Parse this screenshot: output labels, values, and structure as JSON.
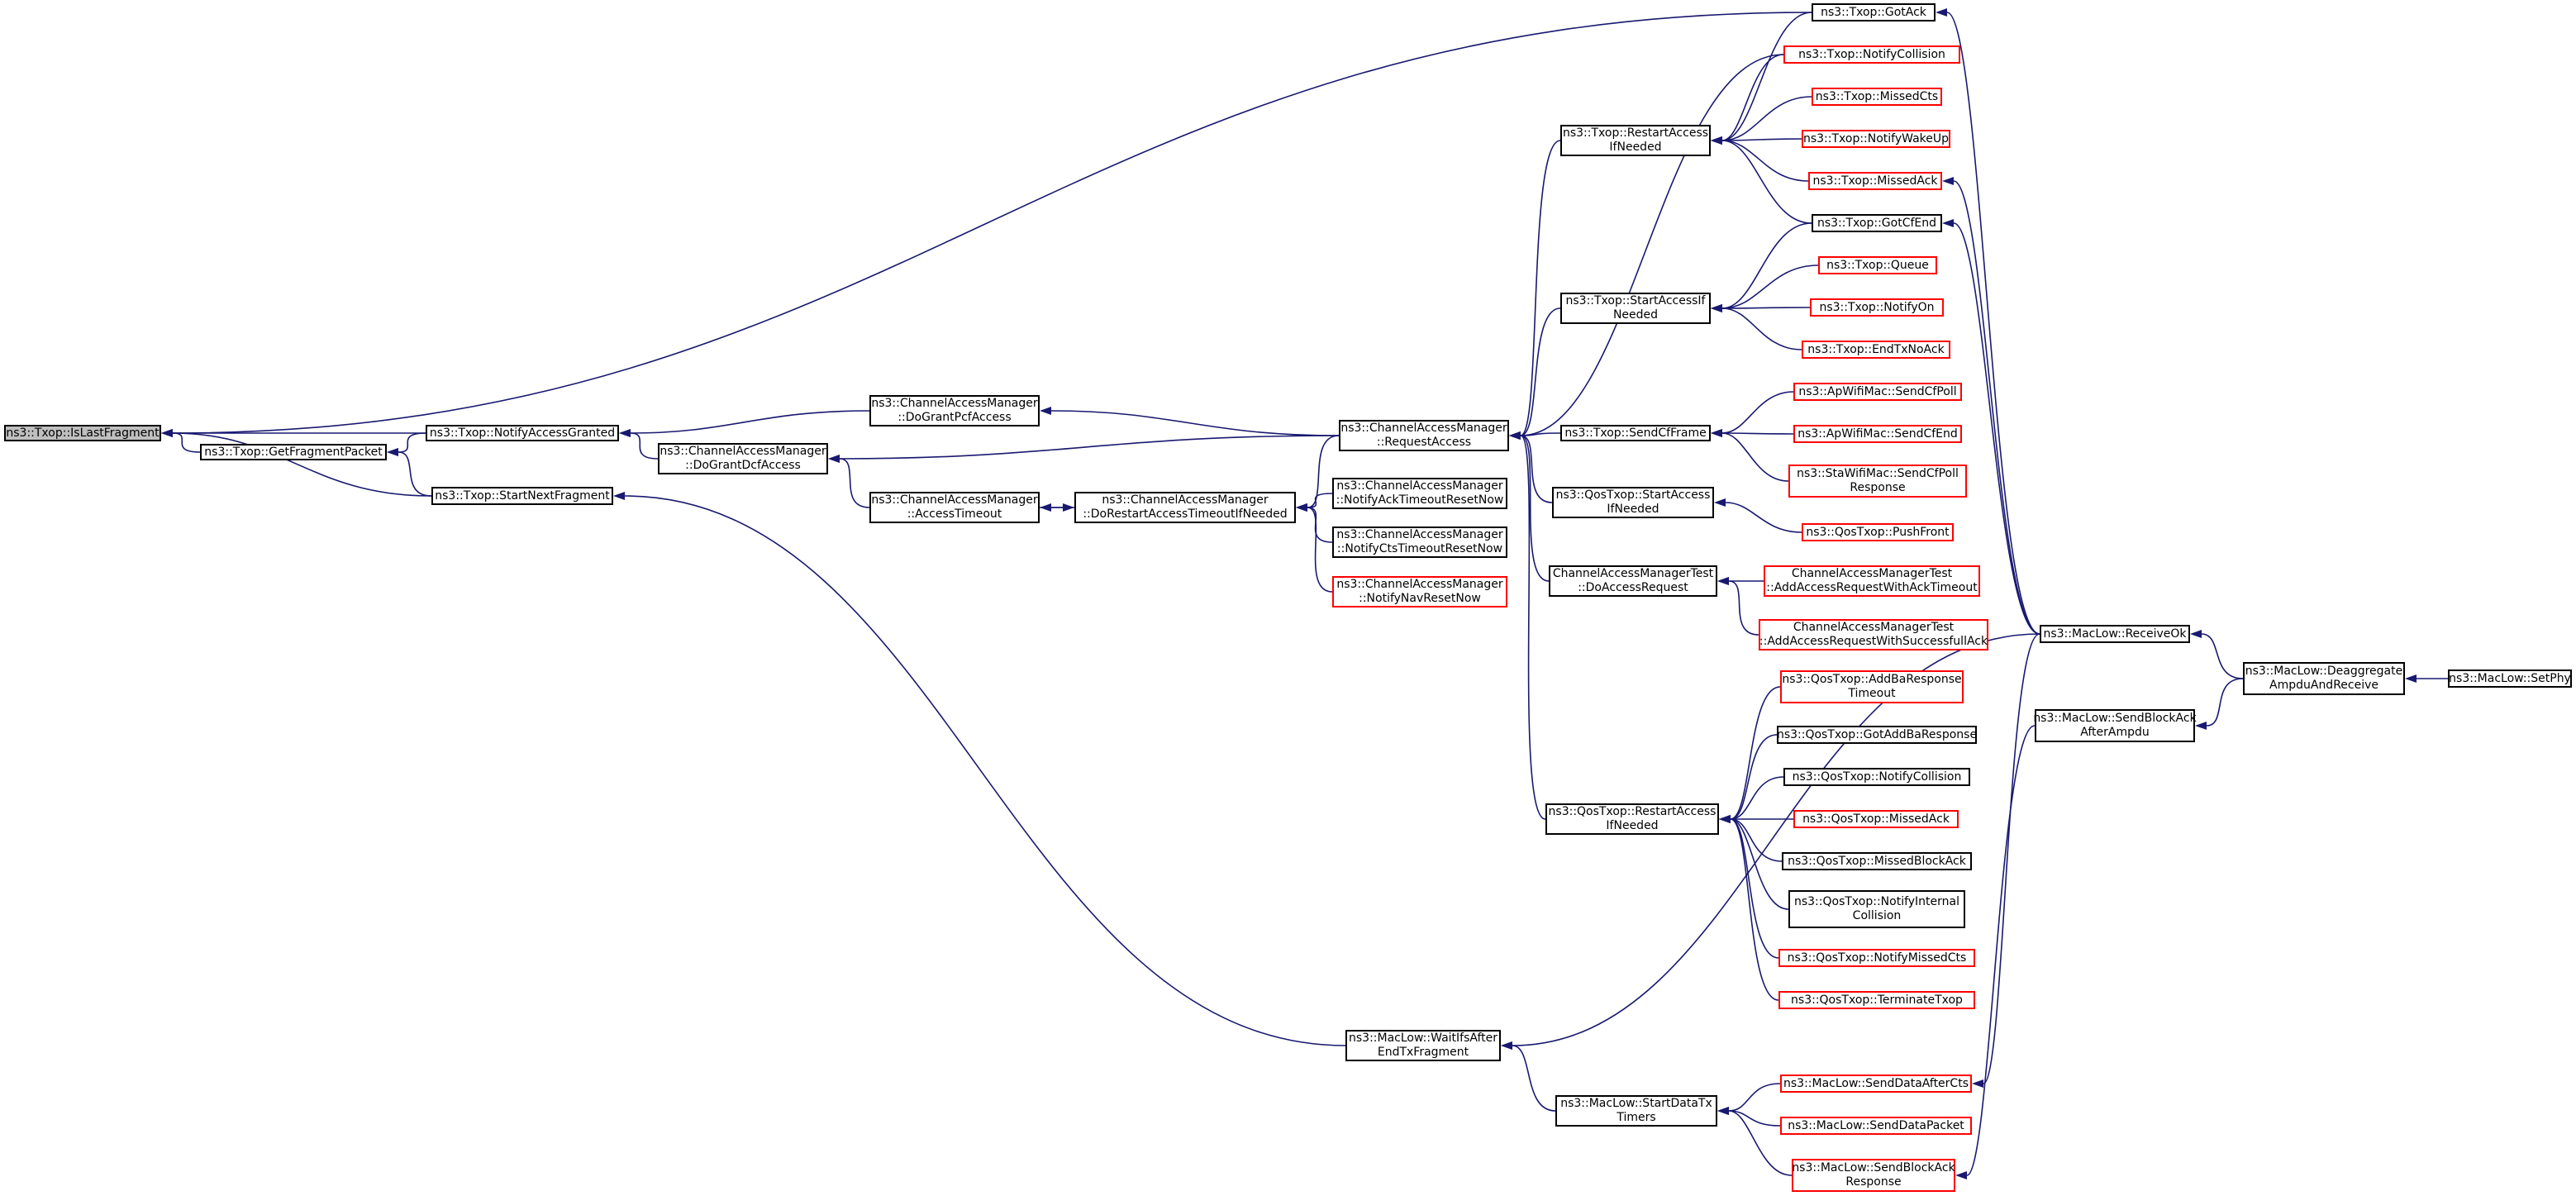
{
  "graph": {
    "root": "ns3::Txop::IsLastFragment",
    "edge_color": "#191970",
    "nodes": [
      {
        "id": "root",
        "lines": [
          "ns3::Txop::IsLastFragment"
        ],
        "style": "root"
      },
      {
        "id": "getFragmentPacket",
        "lines": [
          "ns3::Txop::GetFragmentPacket"
        ],
        "style": "black"
      },
      {
        "id": "notifyAccessGranted",
        "lines": [
          "ns3::Txop::NotifyAccessGranted"
        ],
        "style": "black"
      },
      {
        "id": "startNextFragment",
        "lines": [
          "ns3::Txop::StartNextFragment"
        ],
        "style": "black"
      },
      {
        "id": "doGrantDcfAccess",
        "lines": [
          "ns3::ChannelAccessManager",
          "::DoGrantDcfAccess"
        ],
        "style": "black"
      },
      {
        "id": "doGrantPcfAccess",
        "lines": [
          "ns3::ChannelAccessManager",
          "::DoGrantPcfAccess"
        ],
        "style": "black"
      },
      {
        "id": "accessTimeout",
        "lines": [
          "ns3::ChannelAccessManager",
          "::AccessTimeout"
        ],
        "style": "black"
      },
      {
        "id": "doRestartAccess",
        "lines": [
          "ns3::ChannelAccessManager",
          "::DoRestartAccessTimeoutIfNeeded"
        ],
        "style": "black"
      },
      {
        "id": "requestAccess",
        "lines": [
          "ns3::ChannelAccessManager",
          "::RequestAccess"
        ],
        "style": "black"
      },
      {
        "id": "notifyAckTimeout",
        "lines": [
          "ns3::ChannelAccessManager",
          "::NotifyAckTimeoutResetNow"
        ],
        "style": "black"
      },
      {
        "id": "notifyCtsTimeout",
        "lines": [
          "ns3::ChannelAccessManager",
          "::NotifyCtsTimeoutResetNow"
        ],
        "style": "black"
      },
      {
        "id": "notifyNavReset",
        "lines": [
          "ns3::ChannelAccessManager",
          "::NotifyNavResetNow"
        ],
        "style": "red"
      },
      {
        "id": "waitIfs",
        "lines": [
          "ns3::MacLow::WaitIfsAfter",
          "EndTxFragment"
        ],
        "style": "black"
      },
      {
        "id": "startDataTxTimers",
        "lines": [
          "ns3::MacLow::StartDataTx",
          "Timers"
        ],
        "style": "black"
      },
      {
        "id": "txopRestartAccess",
        "lines": [
          "ns3::Txop::RestartAccess",
          "IfNeeded"
        ],
        "style": "black"
      },
      {
        "id": "txopStartAccess",
        "lines": [
          "ns3::Txop::StartAccessIf",
          "Needed"
        ],
        "style": "black"
      },
      {
        "id": "sendCfFrame",
        "lines": [
          "ns3::Txop::SendCfFrame"
        ],
        "style": "black"
      },
      {
        "id": "qosStartAccess",
        "lines": [
          "ns3::QosTxop::StartAccess",
          "IfNeeded"
        ],
        "style": "black"
      },
      {
        "id": "camTestDoAccess",
        "lines": [
          "ChannelAccessManagerTest",
          "::DoAccessRequest"
        ],
        "style": "black"
      },
      {
        "id": "qosRestartAccess",
        "lines": [
          "ns3::QosTxop::RestartAccess",
          "IfNeeded"
        ],
        "style": "black"
      },
      {
        "id": "gotAck",
        "lines": [
          "ns3::Txop::GotAck"
        ],
        "style": "black"
      },
      {
        "id": "notifyCollision",
        "lines": [
          "ns3::Txop::NotifyCollision"
        ],
        "style": "red"
      },
      {
        "id": "missedCts",
        "lines": [
          "ns3::Txop::MissedCts"
        ],
        "style": "red"
      },
      {
        "id": "notifyWakeUp",
        "lines": [
          "ns3::Txop::NotifyWakeUp"
        ],
        "style": "red"
      },
      {
        "id": "missedAck",
        "lines": [
          "ns3::Txop::MissedAck"
        ],
        "style": "red"
      },
      {
        "id": "gotCfEnd",
        "lines": [
          "ns3::Txop::GotCfEnd"
        ],
        "style": "black"
      },
      {
        "id": "queue",
        "lines": [
          "ns3::Txop::Queue"
        ],
        "style": "red"
      },
      {
        "id": "notifyOn",
        "lines": [
          "ns3::Txop::NotifyOn"
        ],
        "style": "red"
      },
      {
        "id": "endTxNoAck",
        "lines": [
          "ns3::Txop::EndTxNoAck"
        ],
        "style": "red"
      },
      {
        "id": "apSendCfPoll",
        "lines": [
          "ns3::ApWifiMac::SendCfPoll"
        ],
        "style": "red"
      },
      {
        "id": "apSendCfEnd",
        "lines": [
          "ns3::ApWifiMac::SendCfEnd"
        ],
        "style": "red"
      },
      {
        "id": "staSendCfPoll",
        "lines": [
          "ns3::StaWifiMac::SendCfPoll",
          "Response"
        ],
        "style": "red"
      },
      {
        "id": "qosPushFront",
        "lines": [
          "ns3::QosTxop::PushFront"
        ],
        "style": "red"
      },
      {
        "id": "camTestAckTimeout",
        "lines": [
          "ChannelAccessManagerTest",
          "::AddAccessRequestWithAckTimeout"
        ],
        "style": "red"
      },
      {
        "id": "camTestSuccessAck",
        "lines": [
          "ChannelAccessManagerTest",
          "::AddAccessRequestWithSuccessfullAck"
        ],
        "style": "red"
      },
      {
        "id": "qosAddBaTimeout",
        "lines": [
          "ns3::QosTxop::AddBaResponse",
          "Timeout"
        ],
        "style": "red"
      },
      {
        "id": "qosGotAddBa",
        "lines": [
          "ns3::QosTxop::GotAddBaResponse"
        ],
        "style": "black"
      },
      {
        "id": "qosNotifyCollision",
        "lines": [
          "ns3::QosTxop::NotifyCollision"
        ],
        "style": "black"
      },
      {
        "id": "qosMissedAck",
        "lines": [
          "ns3::QosTxop::MissedAck"
        ],
        "style": "red"
      },
      {
        "id": "qosMissedBlockAck",
        "lines": [
          "ns3::QosTxop::MissedBlockAck"
        ],
        "style": "black"
      },
      {
        "id": "qosNotifyInternal",
        "lines": [
          "ns3::QosTxop::NotifyInternal",
          "Collision"
        ],
        "style": "black"
      },
      {
        "id": "qosNotifyMissedCts",
        "lines": [
          "ns3::QosTxop::NotifyMissedCts"
        ],
        "style": "red"
      },
      {
        "id": "qosTerminateTxop",
        "lines": [
          "ns3::QosTxop::TerminateTxop"
        ],
        "style": "red"
      },
      {
        "id": "sendDataAfterCts",
        "lines": [
          "ns3::MacLow::SendDataAfterCts"
        ],
        "style": "red"
      },
      {
        "id": "sendDataPacket",
        "lines": [
          "ns3::MacLow::SendDataPacket"
        ],
        "style": "red"
      },
      {
        "id": "sendBlockAckResponse",
        "lines": [
          "ns3::MacLow::SendBlockAck",
          "Response"
        ],
        "style": "red"
      },
      {
        "id": "receiveOk",
        "lines": [
          "ns3::MacLow::ReceiveOk"
        ],
        "style": "black"
      },
      {
        "id": "sendBlockAckAfterAmpdu",
        "lines": [
          "ns3::MacLow::SendBlockAck",
          "AfterAmpdu"
        ],
        "style": "black"
      },
      {
        "id": "deaggregate",
        "lines": [
          "ns3::MacLow::Deaggregate",
          "AmpduAndReceive"
        ],
        "style": "black"
      },
      {
        "id": "setPhy",
        "lines": [
          "ns3::MacLow::SetPhy"
        ],
        "style": "black"
      }
    ],
    "edges": [
      [
        "getFragmentPacket",
        "root"
      ],
      [
        "notifyAccessGranted",
        "root"
      ],
      [
        "startNextFragment",
        "root"
      ],
      [
        "gotAck",
        "root"
      ],
      [
        "notifyAccessGranted",
        "getFragmentPacket"
      ],
      [
        "startNextFragment",
        "getFragmentPacket"
      ],
      [
        "doGrantDcfAccess",
        "notifyAccessGranted"
      ],
      [
        "doGrantPcfAccess",
        "notifyAccessGranted"
      ],
      [
        "waitIfs",
        "startNextFragment"
      ],
      [
        "accessTimeout",
        "doGrantDcfAccess"
      ],
      [
        "requestAccess",
        "doGrantDcfAccess"
      ],
      [
        "requestAccess",
        "doGrantPcfAccess"
      ],
      [
        "doRestartAccess",
        "accessTimeout"
      ],
      [
        "accessTimeout",
        "doRestartAccess"
      ],
      [
        "requestAccess",
        "doRestartAccess"
      ],
      [
        "notifyAckTimeout",
        "doRestartAccess"
      ],
      [
        "notifyCtsTimeout",
        "doRestartAccess"
      ],
      [
        "notifyNavReset",
        "doRestartAccess"
      ],
      [
        "txopRestartAccess",
        "requestAccess"
      ],
      [
        "txopStartAccess",
        "requestAccess"
      ],
      [
        "sendCfFrame",
        "requestAccess"
      ],
      [
        "qosStartAccess",
        "requestAccess"
      ],
      [
        "camTestDoAccess",
        "requestAccess"
      ],
      [
        "qosRestartAccess",
        "requestAccess"
      ],
      [
        "notifyCollision",
        "requestAccess"
      ],
      [
        "notifyCollision",
        "txopRestartAccess"
      ],
      [
        "gotAck",
        "txopRestartAccess"
      ],
      [
        "missedCts",
        "txopRestartAccess"
      ],
      [
        "notifyWakeUp",
        "txopRestartAccess"
      ],
      [
        "missedAck",
        "txopRestartAccess"
      ],
      [
        "gotCfEnd",
        "txopRestartAccess"
      ],
      [
        "gotCfEnd",
        "txopStartAccess"
      ],
      [
        "queue",
        "txopStartAccess"
      ],
      [
        "notifyOn",
        "txopStartAccess"
      ],
      [
        "endTxNoAck",
        "txopStartAccess"
      ],
      [
        "apSendCfPoll",
        "sendCfFrame"
      ],
      [
        "apSendCfEnd",
        "sendCfFrame"
      ],
      [
        "staSendCfPoll",
        "sendCfFrame"
      ],
      [
        "qosPushFront",
        "qosStartAccess"
      ],
      [
        "camTestAckTimeout",
        "camTestDoAccess"
      ],
      [
        "camTestSuccessAck",
        "camTestDoAccess"
      ],
      [
        "qosAddBaTimeout",
        "qosRestartAccess"
      ],
      [
        "qosGotAddBa",
        "qosRestartAccess"
      ],
      [
        "qosNotifyCollision",
        "qosRestartAccess"
      ],
      [
        "qosMissedAck",
        "qosRestartAccess"
      ],
      [
        "qosMissedBlockAck",
        "qosRestartAccess"
      ],
      [
        "qosNotifyInternal",
        "qosRestartAccess"
      ],
      [
        "qosNotifyMissedCts",
        "qosRestartAccess"
      ],
      [
        "qosTerminateTxop",
        "qosRestartAccess"
      ],
      [
        "receiveOk",
        "gotAck"
      ],
      [
        "receiveOk",
        "missedAck"
      ],
      [
        "receiveOk",
        "gotCfEnd"
      ],
      [
        "startDataTxTimers",
        "waitIfs"
      ],
      [
        "receiveOk",
        "waitIfs"
      ],
      [
        "sendDataAfterCts",
        "startDataTxTimers"
      ],
      [
        "sendDataPacket",
        "startDataTxTimers"
      ],
      [
        "sendBlockAckResponse",
        "startDataTxTimers"
      ],
      [
        "receiveOk",
        "sendDataAfterCts"
      ],
      [
        "sendBlockAckAfterAmpdu",
        "sendBlockAckResponse"
      ],
      [
        "deaggregate",
        "receiveOk"
      ],
      [
        "deaggregate",
        "sendBlockAckAfterAmpdu"
      ],
      [
        "setPhy",
        "deaggregate"
      ]
    ]
  }
}
